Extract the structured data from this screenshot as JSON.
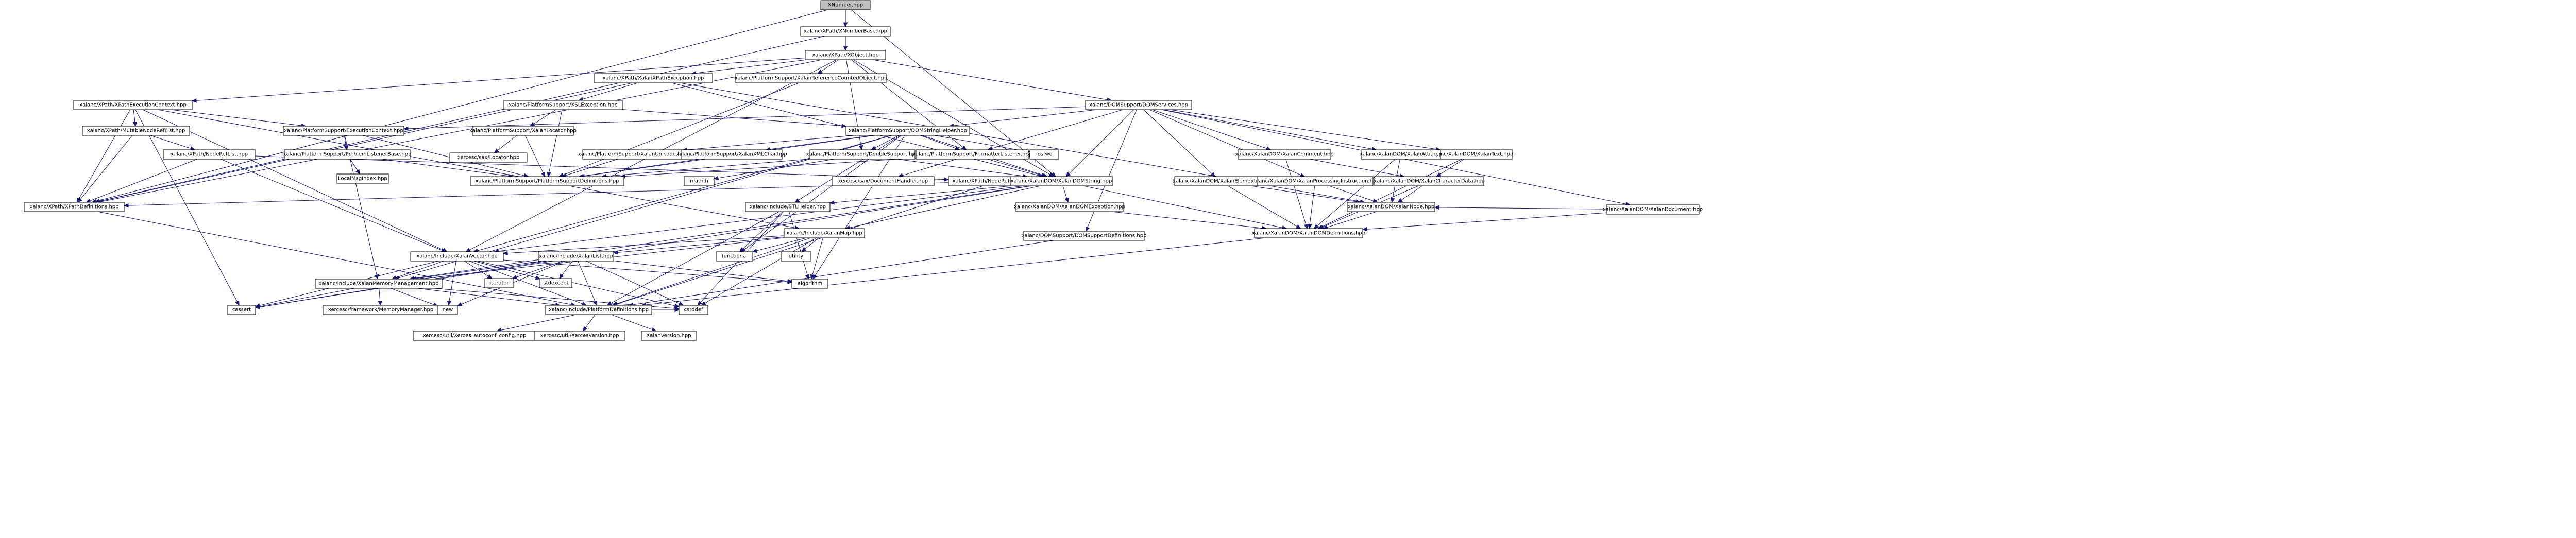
{
  "nodes": [
    {
      "id": "xnumber",
      "label": "XNumber.hpp",
      "root": true
    },
    {
      "id": "xnumberbase",
      "label": "xalanc/XPath/XNumberBase.hpp"
    },
    {
      "id": "xobject",
      "label": "xalanc/XPath/XObject.hpp"
    },
    {
      "id": "xpathexception",
      "label": "xalanc/XPath/XalanXPathException.hpp"
    },
    {
      "id": "xalanrefcounted",
      "label": "xalanc/PlatformSupport/XalanReferenceCountedObject.hpp"
    },
    {
      "id": "xpathexeccontext",
      "label": "xalanc/XPath/XPathExecutionContext.hpp"
    },
    {
      "id": "xslexception",
      "label": "xalanc/PlatformSupport/XSLException.hpp"
    },
    {
      "id": "domservices",
      "label": "xalanc/DOMSupport/DOMServices.hpp"
    },
    {
      "id": "mutablenodereflist",
      "label": "xalanc/XPath/MutableNodeRefList.hpp"
    },
    {
      "id": "execcontext",
      "label": "xalanc/PlatformSupport/ExecutionContext.hpp"
    },
    {
      "id": "xalanlocator",
      "label": "xalanc/PlatformSupport/XalanLocator.hpp"
    },
    {
      "id": "domstringhelper",
      "label": "xalanc/PlatformSupport/DOMStringHelper.hpp"
    },
    {
      "id": "nodereflist",
      "label": "xalanc/XPath/NodeRefList.hpp"
    },
    {
      "id": "problemlistener",
      "label": "xalanc/PlatformSupport/ProblemListenerBase.hpp"
    },
    {
      "id": "saxlocator",
      "label": "xercesc/sax/Locator.hpp"
    },
    {
      "id": "xalanunicode",
      "label": "xalanc/PlatformSupport/XalanUnicode.hpp"
    },
    {
      "id": "xalanxmlchar",
      "label": "xalanc/PlatformSupport/XalanXMLChar.hpp"
    },
    {
      "id": "doublesupport",
      "label": "xalanc/PlatformSupport/DoubleSupport.hpp"
    },
    {
      "id": "formatterlistener",
      "label": "xalanc/PlatformSupport/FormatterListener.hpp"
    },
    {
      "id": "iosfwd",
      "label": "iosfwd"
    },
    {
      "id": "xalancomment",
      "label": "xalanc/XalanDOM/XalanComment.hpp"
    },
    {
      "id": "xalantext",
      "label": "xalanc/XalanDOM/XalanText.hpp"
    },
    {
      "id": "xalanattr",
      "label": "xalanc/XalanDOM/XalanAttr.hpp"
    },
    {
      "id": "xalandocument",
      "label": "xalanc/XalanDOM/XalanDocument.hpp"
    },
    {
      "id": "localmsgindex",
      "label": "LocalMsgIndex.hpp"
    },
    {
      "id": "platformsupportdefs",
      "label": "xalanc/PlatformSupport/PlatformSupportDefinitions.hpp"
    },
    {
      "id": "mathh",
      "label": "math.h"
    },
    {
      "id": "documenthandler",
      "label": "xercesc/sax/DocumentHandler.hpp"
    },
    {
      "id": "xpathnodereflistbase",
      "label": "xalanc/XPath/NodeRefListBase.hpp"
    },
    {
      "id": "xalandomstring",
      "label": "xalanc/XalanDOM/XalanDOMString.hpp"
    },
    {
      "id": "xalanelement",
      "label": "xalanc/XalanDOM/XalanElement.hpp"
    },
    {
      "id": "xalanpi",
      "label": "xalanc/XalanDOM/XalanProcessingInstruction.hpp"
    },
    {
      "id": "xalanchardata",
      "label": "xalanc/XalanDOM/XalanCharacterData.hpp"
    },
    {
      "id": "xpathdefs",
      "label": "xalanc/XPath/XPathDefinitions.hpp"
    },
    {
      "id": "stlhelper",
      "label": "xalanc/Include/STLHelper.hpp"
    },
    {
      "id": "xalandomexception",
      "label": "xalanc/XalanDOM/XalanDOMException.hpp"
    },
    {
      "id": "xalannode",
      "label": "xalanc/XalanDOM/XalanNode.hpp"
    },
    {
      "id": "xalanmap",
      "label": "xalanc/Include/XalanMap.hpp"
    },
    {
      "id": "domsupportdefs",
      "label": "xalanc/DOMSupport/DOMSupportDefinitions.hpp"
    },
    {
      "id": "xalandomdefs",
      "label": "xalanc/XalanDOM/XalanDOMDefinitions.hpp"
    },
    {
      "id": "xalanvector",
      "label": "xalanc/Include/XalanVector.hpp"
    },
    {
      "id": "xalanlist",
      "label": "xalanc/Include/XalanList.hpp"
    },
    {
      "id": "functional",
      "label": "functional"
    },
    {
      "id": "utility",
      "label": "utility"
    },
    {
      "id": "iterator",
      "label": "iterator"
    },
    {
      "id": "stdexcept",
      "label": "stdexcept"
    },
    {
      "id": "algorithm",
      "label": "algorithm"
    },
    {
      "id": "memorymgmt",
      "label": "xalanc/Include/XalanMemoryManagement.hpp"
    },
    {
      "id": "cassert",
      "label": "cassert"
    },
    {
      "id": "memorymanager",
      "label": "xercesc/framework/MemoryManager.hpp"
    },
    {
      "id": "newh",
      "label": "new"
    },
    {
      "id": "platformdefs",
      "label": "xalanc/Include/PlatformDefinitions.hpp"
    },
    {
      "id": "cstddef",
      "label": "cstddef"
    },
    {
      "id": "autoconfig",
      "label": "xercesc/util/Xerces_autoconf_config.hpp"
    },
    {
      "id": "xercesversion",
      "label": "xercesc/util/XercesVersion.hpp"
    },
    {
      "id": "xalanversion",
      "label": "XalanVersion.hpp"
    }
  ],
  "edges": [
    [
      "xnumber",
      "xnumberbase"
    ],
    [
      "xnumber",
      "xalandomstring"
    ],
    [
      "xnumber",
      "xpathdefs"
    ],
    [
      "xnumberbase",
      "xobject"
    ],
    [
      "xnumberbase",
      "xpathdefs"
    ],
    [
      "xobject",
      "xpathexception"
    ],
    [
      "xobject",
      "xalanrefcounted"
    ],
    [
      "xobject",
      "xpathexeccontext"
    ],
    [
      "xobject",
      "domservices"
    ],
    [
      "xobject",
      "doublesupport"
    ],
    [
      "xobject",
      "formatterlistener"
    ],
    [
      "xobject",
      "xalandomstring"
    ],
    [
      "xobject",
      "xpathdefs"
    ],
    [
      "xobject",
      "xalanvector"
    ],
    [
      "xpathexception",
      "xslexception"
    ],
    [
      "xpathexception",
      "xalandomstring"
    ],
    [
      "xpathexception",
      "xpathdefs"
    ],
    [
      "xpathexception",
      "xalannode"
    ],
    [
      "xalanrefcounted",
      "platformsupportdefs"
    ],
    [
      "xpathexeccontext",
      "mutablenodereflist"
    ],
    [
      "xpathexeccontext",
      "execcontext"
    ],
    [
      "xpathexeccontext",
      "xpathdefs"
    ],
    [
      "xpathexeccontext",
      "xalanvector"
    ],
    [
      "xpathexeccontext",
      "xalanmap"
    ],
    [
      "xpathexeccontext",
      "cassert"
    ],
    [
      "xslexception",
      "xalanlocator"
    ],
    [
      "xslexception",
      "domstringhelper"
    ],
    [
      "xslexception",
      "platformsupportdefs"
    ],
    [
      "domservices",
      "domstringhelper"
    ],
    [
      "domservices",
      "formatterlistener"
    ],
    [
      "domservices",
      "xalancomment"
    ],
    [
      "domservices",
      "xalantext"
    ],
    [
      "domservices",
      "xalanattr"
    ],
    [
      "domservices",
      "xalandocument"
    ],
    [
      "domservices",
      "xalanelement"
    ],
    [
      "domservices",
      "xalanpi"
    ],
    [
      "domservices",
      "xalandomstring"
    ],
    [
      "domservices",
      "domsupportdefs"
    ],
    [
      "domservices",
      "execcontext"
    ],
    [
      "mutablenodereflist",
      "nodereflist"
    ],
    [
      "mutablenodereflist",
      "xpathdefs"
    ],
    [
      "execcontext",
      "problemlistener"
    ],
    [
      "execcontext",
      "platformsupportdefs"
    ],
    [
      "execcontext",
      "memorymgmt"
    ],
    [
      "xalanlocator",
      "saxlocator"
    ],
    [
      "xalanlocator",
      "platformsupportdefs"
    ],
    [
      "domstringhelper",
      "xalanunicode"
    ],
    [
      "domstringhelper",
      "xalanxmlchar"
    ],
    [
      "domstringhelper",
      "doublesupport"
    ],
    [
      "domstringhelper",
      "formatterlistener"
    ],
    [
      "domstringhelper",
      "iosfwd"
    ],
    [
      "domstringhelper",
      "platformsupportdefs"
    ],
    [
      "domstringhelper",
      "xalandomstring"
    ],
    [
      "domstringhelper",
      "xalanvector"
    ],
    [
      "domstringhelper",
      "memorymgmt"
    ],
    [
      "domstringhelper",
      "algorithm"
    ],
    [
      "domstringhelper",
      "functional"
    ],
    [
      "domstringhelper",
      "stlhelper"
    ],
    [
      "nodereflist",
      "xpathnodereflistbase"
    ],
    [
      "nodereflist",
      "xpathdefs"
    ],
    [
      "nodereflist",
      "xalanvector"
    ],
    [
      "problemlistener",
      "localmsgindex"
    ],
    [
      "problemlistener",
      "platformsupportdefs"
    ],
    [
      "xalanunicode",
      "platformsupportdefs"
    ],
    [
      "xalanxmlchar",
      "platformsupportdefs"
    ],
    [
      "doublesupport",
      "mathh"
    ],
    [
      "doublesupport",
      "platformsupportdefs"
    ],
    [
      "doublesupport",
      "xalandomstring"
    ],
    [
      "formatterlistener",
      "documenthandler"
    ],
    [
      "formatterlistener",
      "platformsupportdefs"
    ],
    [
      "formatterlistener",
      "xalandomstring"
    ],
    [
      "xalancomment",
      "xalanchardata"
    ],
    [
      "xalancomment",
      "xalandomdefs"
    ],
    [
      "xalantext",
      "xalanchardata"
    ],
    [
      "xalantext",
      "xalandomdefs"
    ],
    [
      "xalanattr",
      "xalannode"
    ],
    [
      "xalanattr",
      "xalandomdefs"
    ],
    [
      "xalandocument",
      "xalannode"
    ],
    [
      "xalandocument",
      "xalandomdefs"
    ],
    [
      "xalanelement",
      "xalannode"
    ],
    [
      "xalanelement",
      "xalandomdefs"
    ],
    [
      "xalanpi",
      "xalannode"
    ],
    [
      "xalanpi",
      "xalandomdefs"
    ],
    [
      "xalanchardata",
      "xalannode"
    ],
    [
      "xalanchardata",
      "xalandomdefs"
    ],
    [
      "xalannode",
      "xalandomdefs"
    ],
    [
      "xpathnodereflistbase",
      "xpathdefs"
    ],
    [
      "xpathnodereflistbase",
      "platformdefs"
    ],
    [
      "xalandomstring",
      "xalandomexception"
    ],
    [
      "xalandomstring",
      "xalandomdefs"
    ],
    [
      "xalandomstring",
      "xalanvector"
    ],
    [
      "xalandomstring",
      "stlhelper"
    ],
    [
      "xalandomstring",
      "xalanmap"
    ],
    [
      "xalandomstring",
      "cassert"
    ],
    [
      "xalandomstring",
      "memorymgmt"
    ],
    [
      "xalandomexception",
      "xalandomdefs"
    ],
    [
      "xpathdefs",
      "platformdefs"
    ],
    [
      "stlhelper",
      "functional"
    ],
    [
      "stlhelper",
      "algorithm"
    ],
    [
      "stlhelper",
      "platformdefs"
    ],
    [
      "stlhelper",
      "cstddef"
    ],
    [
      "xalanmap",
      "xalanvector"
    ],
    [
      "xalanmap",
      "xalanlist"
    ],
    [
      "xalanmap",
      "functional"
    ],
    [
      "xalanmap",
      "utility"
    ],
    [
      "xalanmap",
      "algorithm"
    ],
    [
      "xalanmap",
      "platformdefs"
    ],
    [
      "xalanmap",
      "cstddef"
    ],
    [
      "xalanmap",
      "memorymgmt"
    ],
    [
      "domsupportdefs",
      "platformdefs"
    ],
    [
      "xalandomdefs",
      "platformdefs"
    ],
    [
      "xalanvector",
      "memorymgmt"
    ],
    [
      "xalanvector",
      "platformdefs"
    ],
    [
      "xalanvector",
      "cassert"
    ],
    [
      "xalanvector",
      "iterator"
    ],
    [
      "xalanvector",
      "stdexcept"
    ],
    [
      "xalanvector",
      "algorithm"
    ],
    [
      "xalanvector",
      "newh"
    ],
    [
      "xalanvector",
      "cstddef"
    ],
    [
      "xalanlist",
      "memorymgmt"
    ],
    [
      "xalanlist",
      "platformdefs"
    ],
    [
      "xalanlist",
      "cassert"
    ],
    [
      "xalanlist",
      "iterator"
    ],
    [
      "xalanlist",
      "stdexcept"
    ],
    [
      "xalanlist",
      "algorithm"
    ],
    [
      "xalanlist",
      "newh"
    ],
    [
      "xalanlist",
      "cstddef"
    ],
    [
      "memorymgmt",
      "platformdefs"
    ],
    [
      "memorymgmt",
      "memorymanager"
    ],
    [
      "memorymgmt",
      "cassert"
    ],
    [
      "memorymgmt",
      "newh"
    ],
    [
      "memorymgmt",
      "cstddef"
    ],
    [
      "platformdefs",
      "autoconfig"
    ],
    [
      "platformdefs",
      "xercesversion"
    ],
    [
      "platformdefs",
      "xalanversion"
    ],
    [
      "platformdefs",
      "cstddef"
    ]
  ]
}
